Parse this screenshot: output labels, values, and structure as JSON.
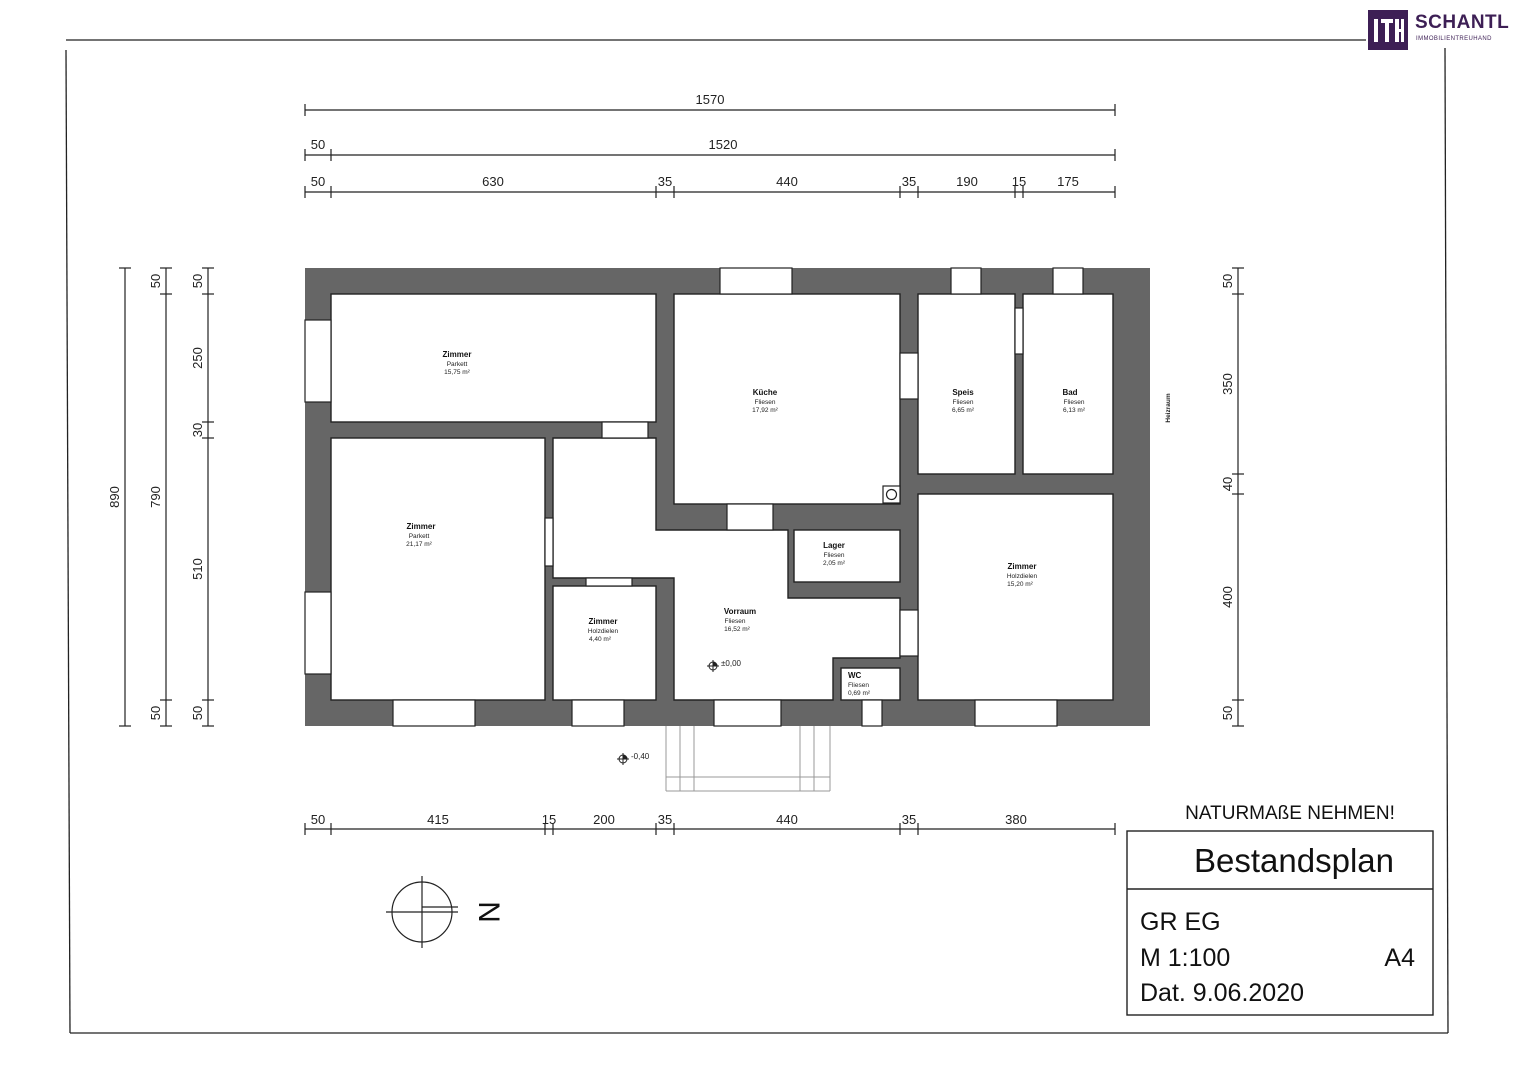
{
  "logo": {
    "name": "SCHANTL",
    "subtitle": "IMMOBILIENTREUHAND",
    "mark": "ITH"
  },
  "dims_top": {
    "total": "1570",
    "row2": [
      "50",
      "1520"
    ],
    "row3": [
      "50",
      "630",
      "35",
      "440",
      "35",
      "190",
      "15",
      "175"
    ]
  },
  "dims_bottom": [
    "50",
    "415",
    "15",
    "200",
    "35",
    "440",
    "35",
    "380"
  ],
  "dims_left": {
    "total": "890",
    "middle": [
      "50",
      "790",
      "50"
    ],
    "inner": [
      "50",
      "250",
      "30",
      "510",
      "50"
    ]
  },
  "dims_right": [
    "50",
    "350",
    "40",
    "400",
    "50"
  ],
  "rooms": [
    {
      "name": "Zimmer",
      "floor": "Parkett",
      "area": "15,75 m²"
    },
    {
      "name": "Küche",
      "floor": "Fliesen",
      "area": "17,92 m²"
    },
    {
      "name": "Speis",
      "floor": "Fliesen",
      "area": "6,65 m²"
    },
    {
      "name": "Bad",
      "floor": "Fliesen",
      "area": "6,13 m²"
    },
    {
      "name": "Zimmer",
      "floor": "Parkett",
      "area": "21,17 m²"
    },
    {
      "name": "Lager",
      "floor": "Fliesen",
      "area": "2,05 m²"
    },
    {
      "name": "Zimmer",
      "floor": "Holzdielen",
      "area": "15,20 m²"
    },
    {
      "name": "Vorraum",
      "floor": "Fliesen",
      "area": "16,52 m²"
    },
    {
      "name": "Zimmer",
      "floor": "Holzdielen",
      "area": "4,40 m²"
    },
    {
      "name": "WC",
      "floor": "Fliesen",
      "area": "0,69 m²"
    }
  ],
  "outside_label": "Heizraum",
  "levels": {
    "inside": "±0,00",
    "outside": "-0,40"
  },
  "north": "N",
  "note": "NATURMAßE NEHMEN!",
  "title_block": {
    "title": "Bestandsplan",
    "floor": "GR EG",
    "scale": "M 1:100",
    "paper": "A4",
    "date": "Dat. 9.06.2020"
  },
  "colors": {
    "wall": "#666666",
    "brand": "#3d1f55"
  }
}
